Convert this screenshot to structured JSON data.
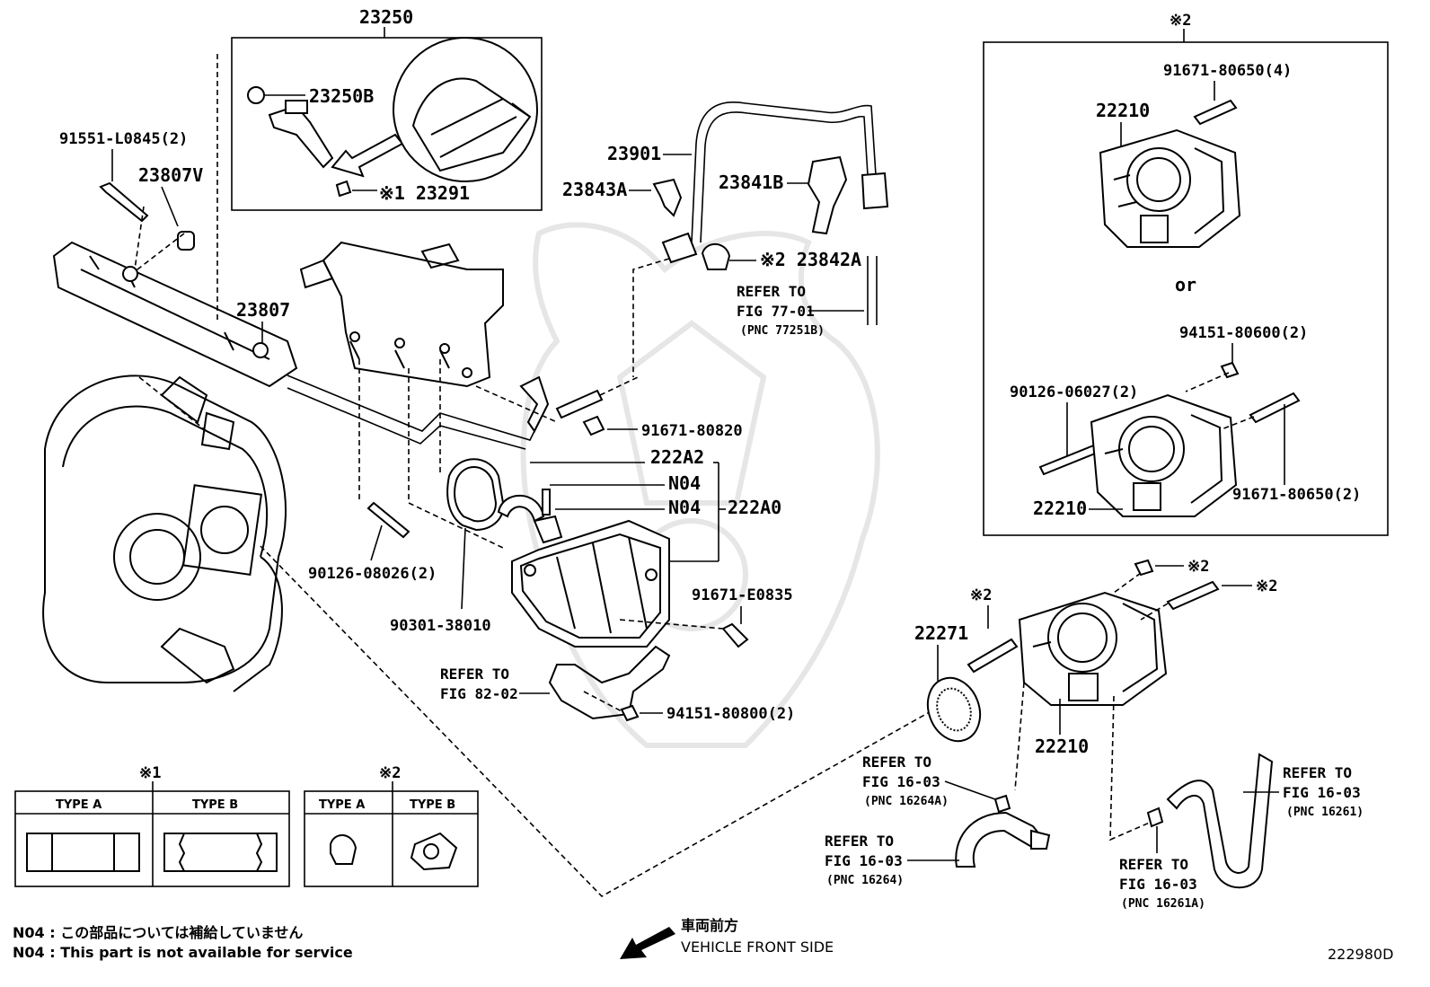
{
  "notes": {
    "n04_jp": "N04 : この部品については補給していません",
    "n04_en": "N04 : This part is not available for service"
  },
  "front": {
    "jp": "車両前方",
    "en": "VEHICLE FRONT SIDE"
  },
  "diagram_code": "222980D",
  "labels": {
    "p23250": "23250",
    "p23250b": "23250B",
    "p23291": "※1 23291",
    "p91551": "91551-L0845(2)",
    "p23807v": "23807V",
    "p23807": "23807",
    "p23901": "23901",
    "p23843a": "23843A",
    "p23841b": "23841B",
    "p23842a": "※2 23842A",
    "ref77_1": "REFER TO",
    "ref77_2": "FIG 77-01",
    "ref77_3": "(PNC 77251B)",
    "p91671_80820": "91671-80820",
    "p222a2": "222A2",
    "n04a": "N04",
    "n04b": "N04",
    "p222a0": "222A0",
    "p90126_08026": "90126-08026(2)",
    "p90301": "90301-38010",
    "p91671_e0835": "91671-E0835",
    "ref82_1": "REFER TO",
    "ref82_2": "FIG 82-02",
    "p94151_80800": "94151-80800(2)",
    "box2_mark": "※2",
    "p91671_80650_4": "91671-80650(4)",
    "p22210_a": "22210",
    "or": "or",
    "p94151_80600": "94151-80600(2)",
    "p90126_06027": "90126-06027(2)",
    "p22210_b": "22210",
    "p91671_80650_2": "91671-80650(2)",
    "m2a": "※2",
    "m2b": "※2",
    "m2c": "※2",
    "p22271": "22271",
    "p22210_c": "22210",
    "ref1626a_1": "REFER TO",
    "ref1626a_2": "FIG 16-03",
    "ref1626a_3": "(PNC 16264A)",
    "ref1626_1": "REFER TO",
    "ref1626_2": "FIG 16-03",
    "ref1626_3": "(PNC 16264)",
    "ref16261_1": "REFER TO",
    "ref16261_2": "FIG 16-03",
    "ref16261_3": "(PNC 16261)",
    "ref16261a_1": "REFER TO",
    "ref16261a_2": "FIG 16-03",
    "ref16261a_3": "(PNC 16261A)"
  },
  "legend1": {
    "mark": "※1",
    "type_a": "TYPE A",
    "type_b": "TYPE B"
  },
  "legend2": {
    "mark": "※2",
    "type_a": "TYPE A",
    "type_b": "TYPE B"
  }
}
